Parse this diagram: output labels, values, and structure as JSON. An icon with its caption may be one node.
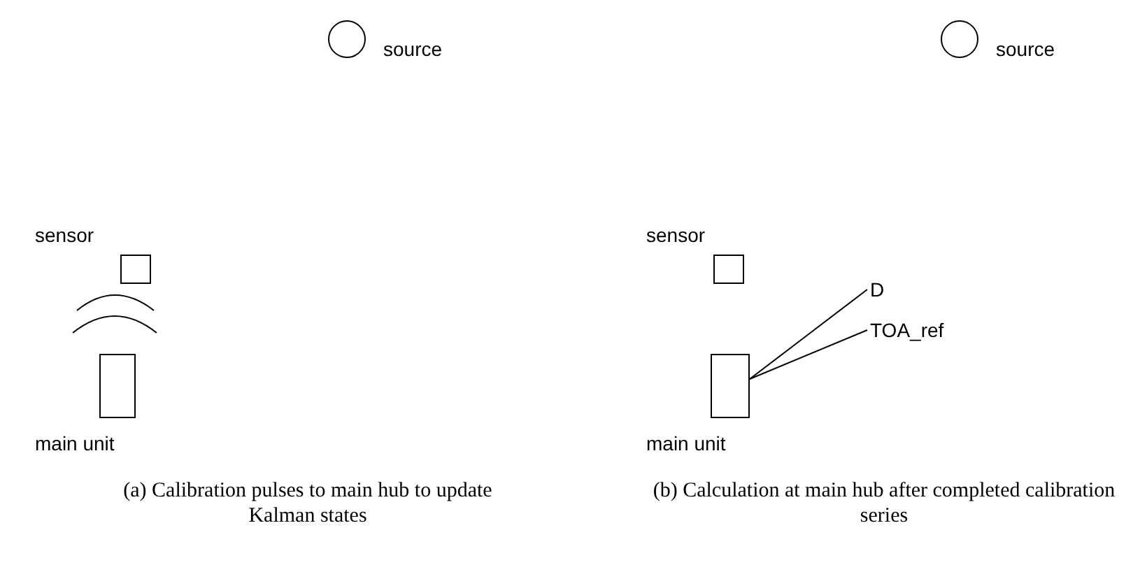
{
  "diagram": {
    "nodes": [
      {
        "text": [],
        "shape": "circle",
        "beside": [
          "source"
        ]
      },
      {
        "text": [
          "sensor"
        ]
      },
      {
        "text": [
          "main unit"
        ]
      },
      {
        "text": [],
        "shape": "circle",
        "beside": [
          "source"
        ]
      },
      {
        "text": [
          "sensor"
        ]
      },
      {
        "text": [
          "main unit"
        ]
      },
      {
        "text": [
          "D"
        ]
      },
      {
        "text": [
          "TOA_ref"
        ]
      }
    ],
    "edges": [
      {
        "from": 6,
        "to": 5,
        "arrow": "none"
      },
      {
        "from": 7,
        "to": 5,
        "arrow": "none"
      }
    ],
    "labels": [
      "(a) Calibration pulses to main hub to update Kalman states",
      "(b) Calculation at main hub after completed calibration series"
    ]
  }
}
